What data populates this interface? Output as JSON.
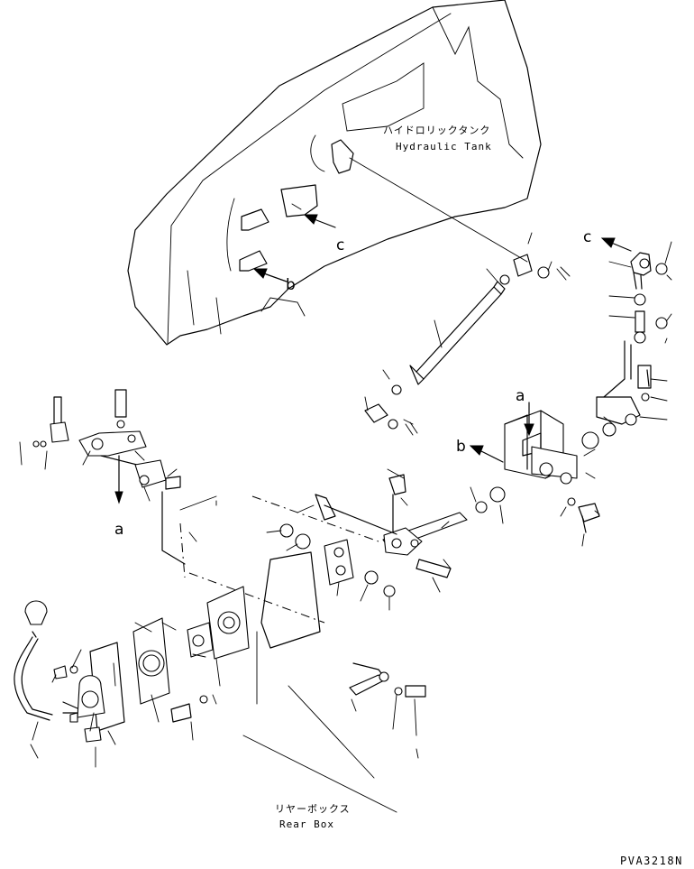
{
  "captions": {
    "hydraulic_tank_jp": "ハイドロリックタンク",
    "hydraulic_tank_en": "Hydraulic Tank",
    "rear_box_jp": "リヤーボックス",
    "rear_box_en": "Rear Box"
  },
  "drawing_ref": "PVA3218N",
  "callouts": {
    "a_left": "a",
    "a_right": "a",
    "b_tank": "b",
    "b_valve": "b",
    "c_tank": "c",
    "c_rod": "c"
  }
}
